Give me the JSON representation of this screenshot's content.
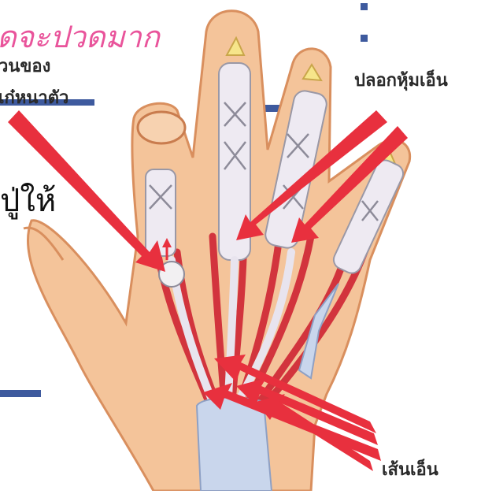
{
  "labels": {
    "pain_fragment": "ดจะปวดมาก",
    "line2_fragment": "วนของ",
    "line3_fragment": "เก๋หนาตัว",
    "left_fragment": "ปู่ให้",
    "sheath": "ปลอกหุ้มเอ็น",
    "tendon": "เส้นเอ็น"
  },
  "colors": {
    "skin": "#f4c49a",
    "skin_dark": "#d98f5e",
    "tendon_red": "#d2343d",
    "arrow_red": "#e8303e",
    "sheath_white": "#eeeaf2",
    "bar_blue": "#3e5a9e",
    "pink_text": "#e9549b",
    "bone_blue": "#c9d6ec"
  },
  "icons": [
    "hand-anatomy-illustration",
    "arrow-icon",
    "nodule-icon"
  ]
}
